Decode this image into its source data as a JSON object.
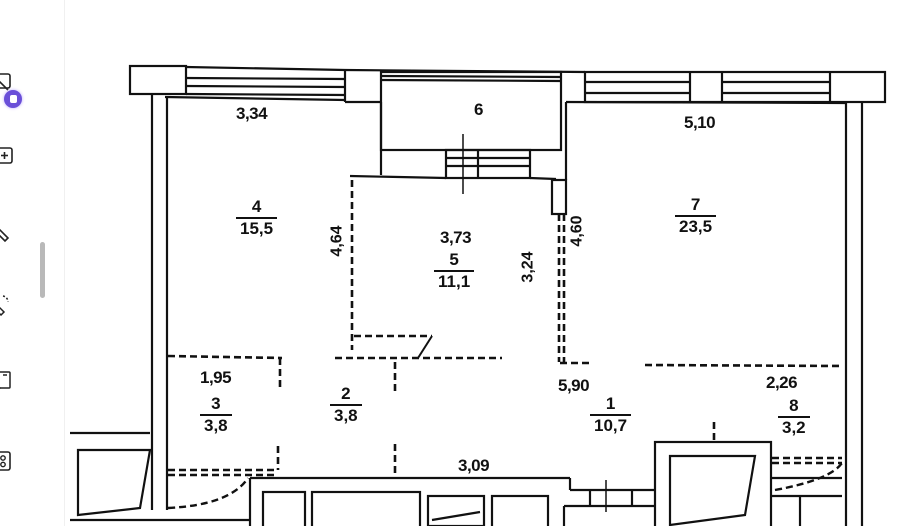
{
  "toolbar": {
    "tools": [
      {
        "name": "edit-pen-icon",
        "badge": "purple-badge",
        "badge_color": "#6a4fd8"
      },
      {
        "name": "add-box-icon"
      },
      {
        "name": "pencil-icon"
      },
      {
        "name": "lasso-icon"
      },
      {
        "name": "note-icon"
      },
      {
        "name": "grid-icon"
      }
    ]
  },
  "floor_plan": {
    "rooms": [
      {
        "id": "1",
        "area": "10,7"
      },
      {
        "id": "2",
        "area": "3,8"
      },
      {
        "id": "3",
        "area": "3,8"
      },
      {
        "id": "4",
        "area": "15,5"
      },
      {
        "id": "5",
        "area": "11,1"
      },
      {
        "id": "6",
        "area": ""
      },
      {
        "id": "7",
        "area": "23,5"
      },
      {
        "id": "8",
        "area": "3,2"
      }
    ],
    "dimensions": {
      "room4_width": "3,34",
      "room7_width": "5,10",
      "room4_height": "4,64",
      "room5_width": "3,73",
      "room5_height": "3,24",
      "room7_height": "4,60",
      "room3_width": "1,95",
      "room1_width": "5,90",
      "room8_width": "2,26",
      "corridor_length": "3,09"
    },
    "colors": {
      "wall": "#111111",
      "background": "#ffffff"
    }
  }
}
